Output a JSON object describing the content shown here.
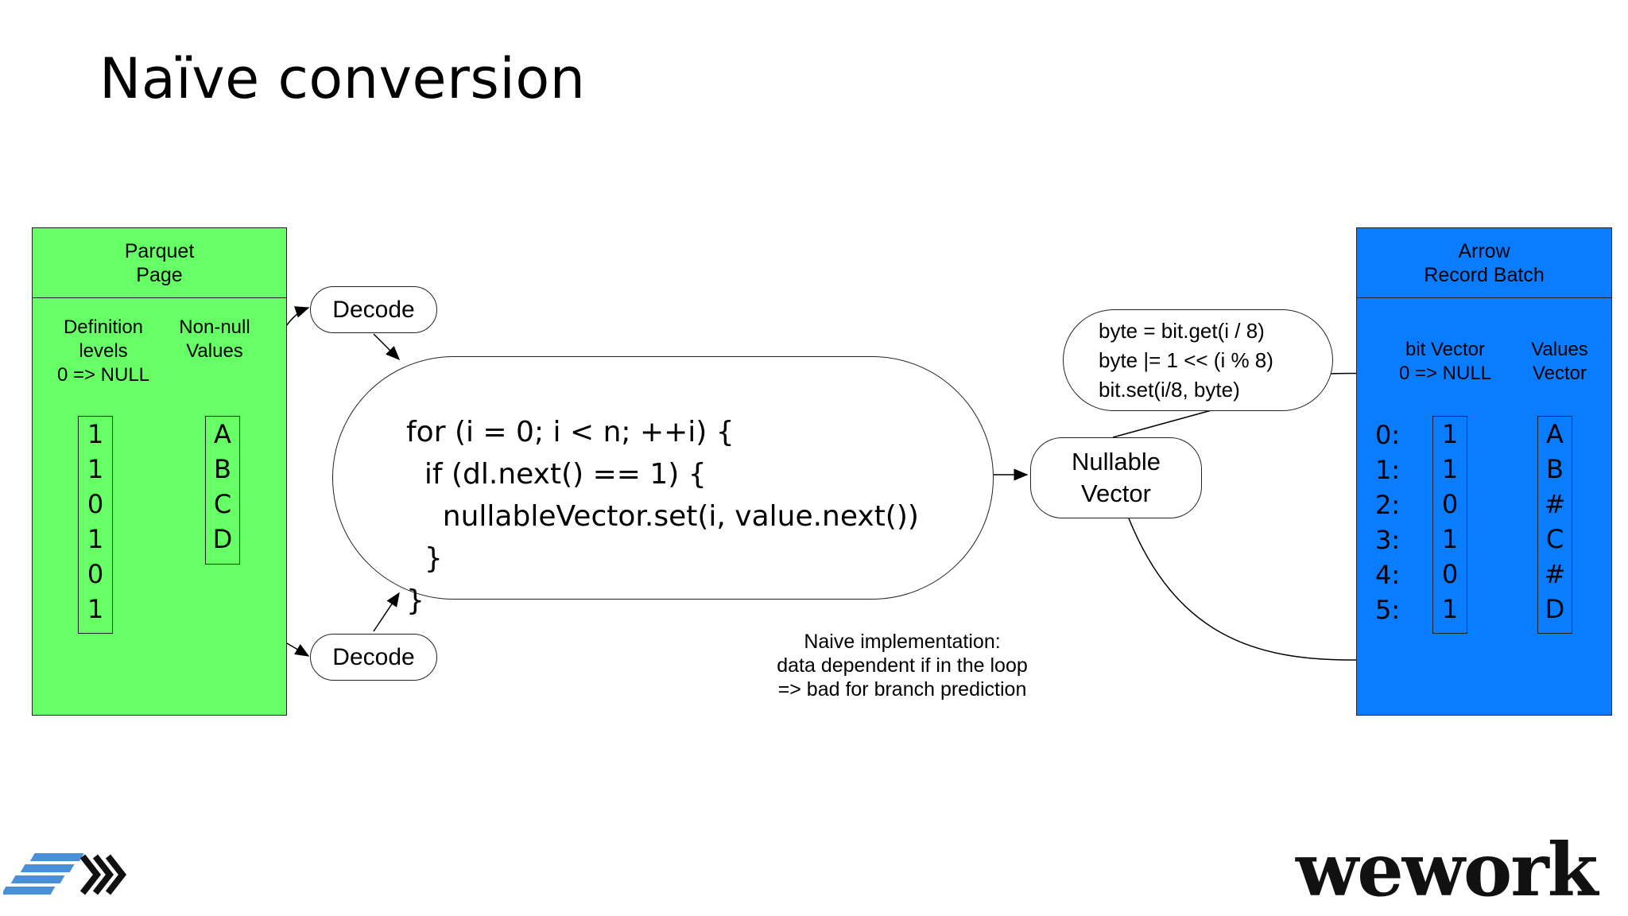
{
  "title": "Naïve conversion",
  "parquet": {
    "header_line1": "Parquet",
    "header_line2": "Page",
    "def_label_1": "Definition",
    "def_label_2": "levels",
    "def_label_3": "0 => NULL",
    "val_label_1": "Non-null",
    "val_label_2": "Values",
    "levels": [
      "1",
      "1",
      "0",
      "1",
      "0",
      "1"
    ],
    "values": [
      "A",
      "B",
      "C",
      "D"
    ]
  },
  "decode_top": "Decode",
  "decode_bottom": "Decode",
  "loop_code": {
    "l1": "for (i = 0; i < n; ++i) {",
    "l2": "  if (dl.next() == 1) {",
    "l3": "    nullableVector.set(i, value.next())",
    "l4": "  }",
    "l5": "}"
  },
  "bitset": {
    "l1": "byte = bit.get(i / 8)",
    "l2": "byte |= 1 << (i % 8)",
    "l3": "bit.set(i/8, byte)"
  },
  "nullable": {
    "line1": "Nullable",
    "line2": "Vector"
  },
  "note": {
    "l1": "Naive implementation:",
    "l2": "data dependent if in the loop",
    "l3": "=> bad for branch prediction"
  },
  "arrow": {
    "header_line1": "Arrow",
    "header_line2": "Record Batch",
    "bit_label_1": "bit Vector",
    "bit_label_2": "0 => NULL",
    "val_label_1": "Values",
    "val_label_2": "Vector",
    "indices": [
      "0:",
      "1:",
      "2:",
      "3:",
      "4:",
      "5:"
    ],
    "bits": [
      "1",
      "1",
      "0",
      "1",
      "0",
      "1"
    ],
    "values": [
      "A",
      "B",
      "#",
      "C",
      "#",
      "D"
    ]
  },
  "logo_text": "wework",
  "colors": {
    "parquet_green": "#66ff66",
    "arrow_blue": "#0a7cff"
  }
}
